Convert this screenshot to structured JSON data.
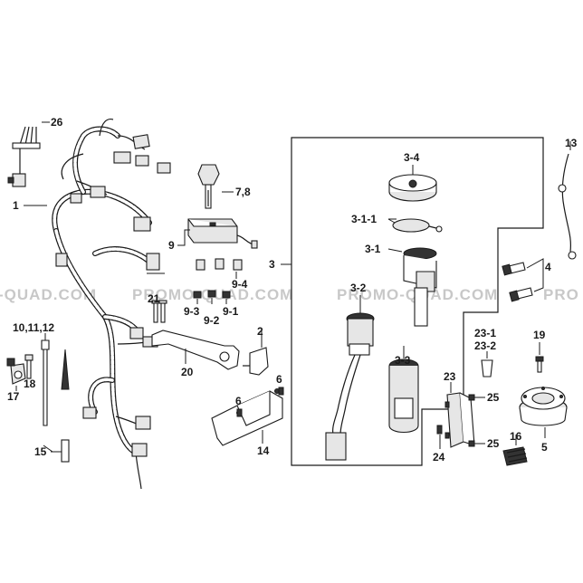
{
  "diagram": {
    "watermark_texts": [
      "-QUAD.COM",
      "PROMO-QUAD.COM",
      "PROMO-QUAD.COM",
      "PRO"
    ],
    "part_labels": [
      "26",
      "1",
      "7,8",
      "9",
      "9-4",
      "9-3",
      "9-2",
      "9-1",
      "21",
      "10,11,12",
      "18",
      "17",
      "15",
      "20",
      "2",
      "6",
      "6",
      "14",
      "3",
      "3-4",
      "3-1-1",
      "3-1",
      "3-2",
      "3-3",
      "13",
      "4",
      "19",
      "23-1",
      "23-2",
      "23",
      "25",
      "25",
      "24",
      "16",
      "5"
    ],
    "icons": {
      "harness": "wire-harness-icon",
      "key": "ignition-key-icon",
      "relay": "relay-box-icon",
      "switch": "ignition-switch-icon",
      "bolt": "bolt-icon",
      "cap": "fuel-cap-icon"
    }
  }
}
